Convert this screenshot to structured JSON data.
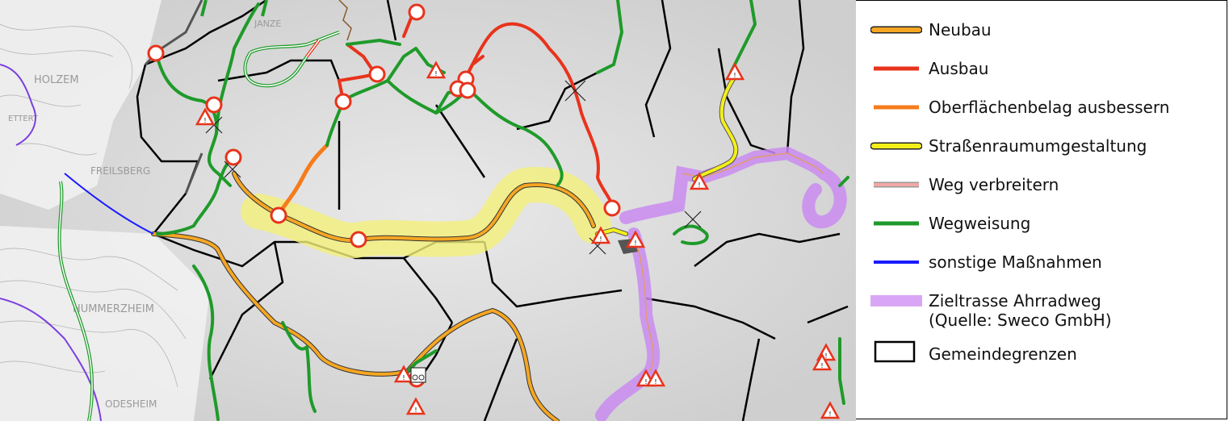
{
  "map": {
    "place_labels": [
      "HOLZEM",
      "ETTERT",
      "FREILSBERG",
      "HUMMERZHEIM",
      "ODESHEIM",
      "JANZE"
    ],
    "colors": {
      "neubau": "#f5a623",
      "ausbau": "#e8331c",
      "oberflaeche": "#f57c1c",
      "strassenraum": "#f4ef1a",
      "weg_verbreitern": "#f2a7a7",
      "wegweisung": "#1f9a2a",
      "sonstige": "#1a1aff",
      "zieltrasse": "#c98bf0",
      "gemeindegrenzen": "#000000",
      "highlight": "#f4f07a"
    },
    "icons": [
      "no-entry-sign-icon",
      "warning-triangle-icon",
      "bicycle-sign-icon",
      "cross-marker-icon"
    ]
  },
  "legend": {
    "items": [
      {
        "label": "Neubau",
        "symbol": "cased-line",
        "color": "#f5a623"
      },
      {
        "label": "Ausbau",
        "symbol": "line",
        "color": "#e8331c"
      },
      {
        "label": "Oberflächenbelag ausbessern",
        "symbol": "line",
        "color": "#f57c1c"
      },
      {
        "label": "Straßenraumumgestaltung",
        "symbol": "cased-line",
        "color": "#f4ef1a"
      },
      {
        "label": "Weg verbreitern",
        "symbol": "cased-line",
        "color": "#f2a7a7"
      },
      {
        "label": "Wegweisung",
        "symbol": "line",
        "color": "#1f9a2a"
      },
      {
        "label": "sonstige Maßnahmen",
        "symbol": "line",
        "color": "#1a1aff"
      },
      {
        "label": "Zieltrasse Ahrradweg",
        "label2": "(Quelle: Sweco GmbH)",
        "symbol": "band",
        "color": "#d9a6f5"
      },
      {
        "label": "Gemeindegrenzen",
        "symbol": "box",
        "color": "#000000"
      }
    ]
  }
}
